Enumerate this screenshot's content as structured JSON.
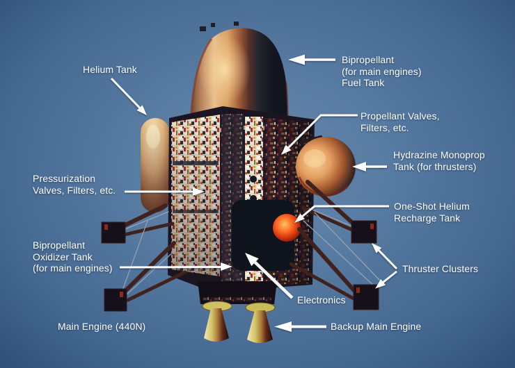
{
  "labels": {
    "helium_tank": "Helium Tank",
    "fuel_tank": "Bipropellant\n(for main engines)\nFuel Tank",
    "propellant_valves": "Propellant Valves,\nFilters, etc.",
    "hydrazine_tank": "Hydrazine Monoprop\nTank (for thrusters)",
    "pressurization_valves": "Pressurization\nValves, Filters, etc.",
    "one_shot_helium": "One-Shot Helium\nRecharge Tank",
    "oxidizer_tank": "Bipropellant\nOxidizer Tank\n(for main engines)",
    "thruster_clusters": "Thruster Clusters",
    "electronics": "Electronics",
    "main_engine": "Main Engine (440N)",
    "backup_main_engine": "Backup Main Engine"
  },
  "colors": {
    "background_center": "#6889ae",
    "background_edge": "#233f5d",
    "label_text": "#ffffff",
    "arrow": "#ffffff"
  }
}
